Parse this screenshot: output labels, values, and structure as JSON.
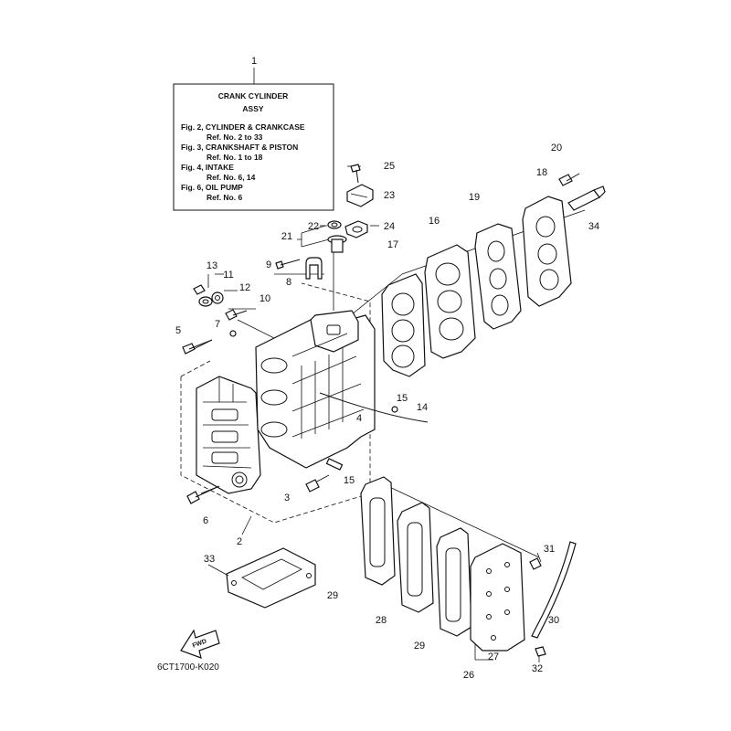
{
  "info_box": {
    "title_line1": "CRANK  CYLINDER",
    "title_line2": "ASSY",
    "lines": [
      "Fig. 2, CYLINDER & CRANKCASE",
      "Ref. No. 2 to 33",
      "Fig. 3, CRANKSHAFT & PISTON",
      "Ref. No. 1 to 18",
      "Fig. 4, INTAKE",
      "Ref. No. 6, 14",
      "Fig. 6, OIL PUMP",
      "Ref. No. 6"
    ]
  },
  "part_numbers": {
    "p1": "1",
    "p2": "2",
    "p3": "3",
    "p4": "4",
    "p5": "5",
    "p6": "6",
    "p7": "7",
    "p8": "8",
    "p9": "9",
    "p10": "10",
    "p11": "11",
    "p12": "12",
    "p13": "13",
    "p14": "14",
    "p15a": "15",
    "p15b": "15",
    "p16": "16",
    "p17": "17",
    "p18": "18",
    "p19": "19",
    "p20": "20",
    "p21": "21",
    "p22": "22",
    "p23": "23",
    "p24": "24",
    "p25": "25",
    "p26": "26",
    "p27": "27",
    "p28": "28",
    "p29a": "29",
    "p29b": "29",
    "p30": "30",
    "p31": "31",
    "p32": "32",
    "p33": "33",
    "p34": "34"
  },
  "fwd_label": "FWD",
  "drawing_code": "6CT1700-K020"
}
